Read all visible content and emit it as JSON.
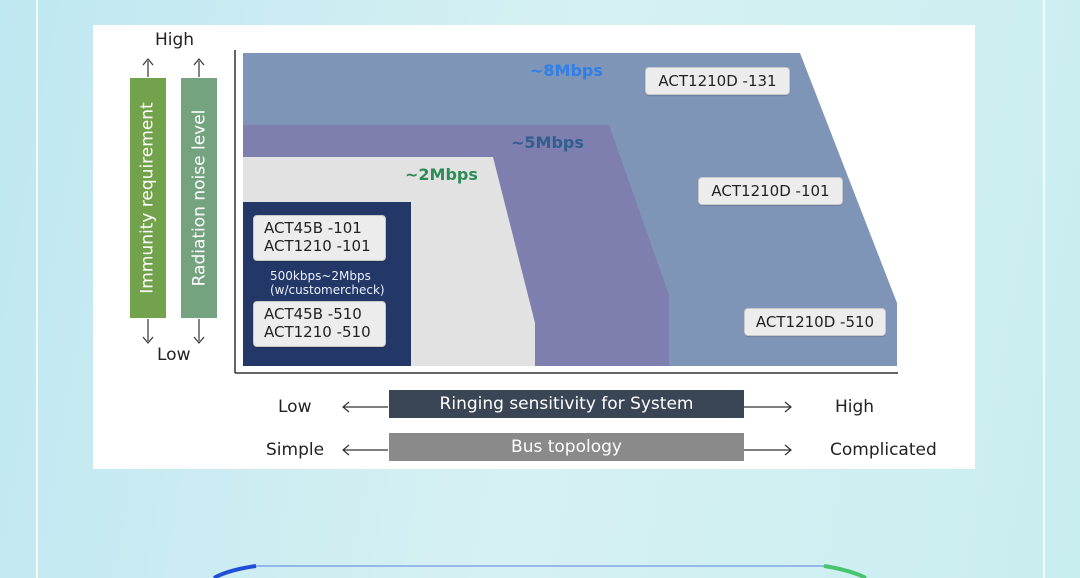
{
  "axis_y": {
    "high": "High",
    "low": "Low"
  },
  "bars": {
    "immunity": "Immunity requirement",
    "radiation": "Radiation noise level"
  },
  "speeds": {
    "s8": "~8Mbps",
    "s5": "~5Mbps",
    "s2": "~2Mbps"
  },
  "products": {
    "p131": "ACT1210D -131",
    "p101": "ACT1210D -101",
    "p510": "ACT1210D -510",
    "group_a": [
      "ACT45B -101",
      "ACT1210 -101"
    ],
    "group_b": [
      "ACT45B -510",
      "ACT1210 -510"
    ],
    "note": [
      "500kbps~2Mbps",
      "(w/customercheck)"
    ]
  },
  "legend_rows": {
    "ringing": {
      "left": "Low",
      "label": "Ringing sensitivity for System",
      "right": "High"
    },
    "topology": {
      "left": "Simple",
      "label": "Bus topology",
      "right": "Complicated"
    }
  },
  "colors": {
    "region_8": "#7f95b8",
    "region_5": "#7e7faf",
    "region_2": "#e2e2e2",
    "region_base": "#233866",
    "speed_8": "#2f7fe6",
    "speed_5": "#2f5f8e",
    "speed_2": "#2e8b57",
    "bar_immunity": "#72a24c",
    "bar_radiation": "#75a27f",
    "hbar_ringing": "#3a4555",
    "hbar_topology": "#8a8a8a"
  }
}
